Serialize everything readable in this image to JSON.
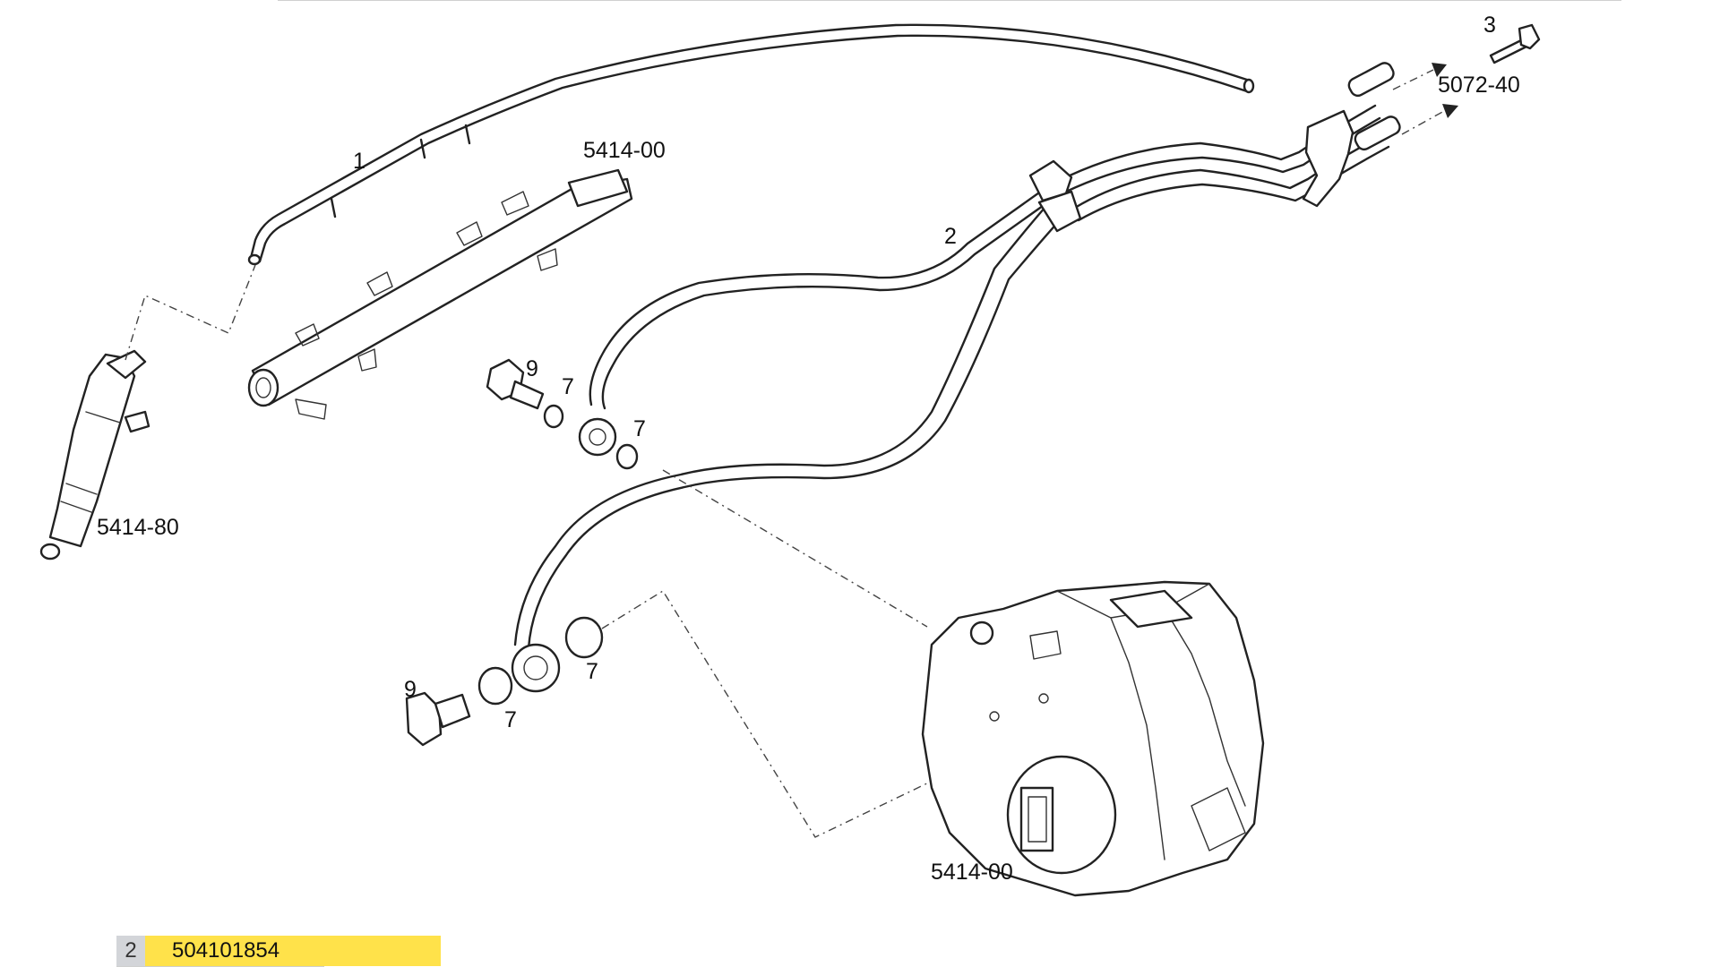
{
  "diagram": {
    "labels": {
      "hose_1": "1",
      "pipe_2": "2",
      "screw_3": "3",
      "ref_rail": "5414-00",
      "ref_pump": "5414-00",
      "ref_injector": "5414-80",
      "ref_connect": "5072-40",
      "bolt_upper": "9",
      "bolt_lower": "9",
      "seal_a": "7",
      "seal_b": "7",
      "seal_c": "7",
      "seal_d": "7"
    }
  },
  "part_row": {
    "index": "2",
    "number": "504101854"
  },
  "colors": {
    "highlight": "#ffe24a",
    "index_bg": "#d3d5d9",
    "line": "#222222"
  }
}
